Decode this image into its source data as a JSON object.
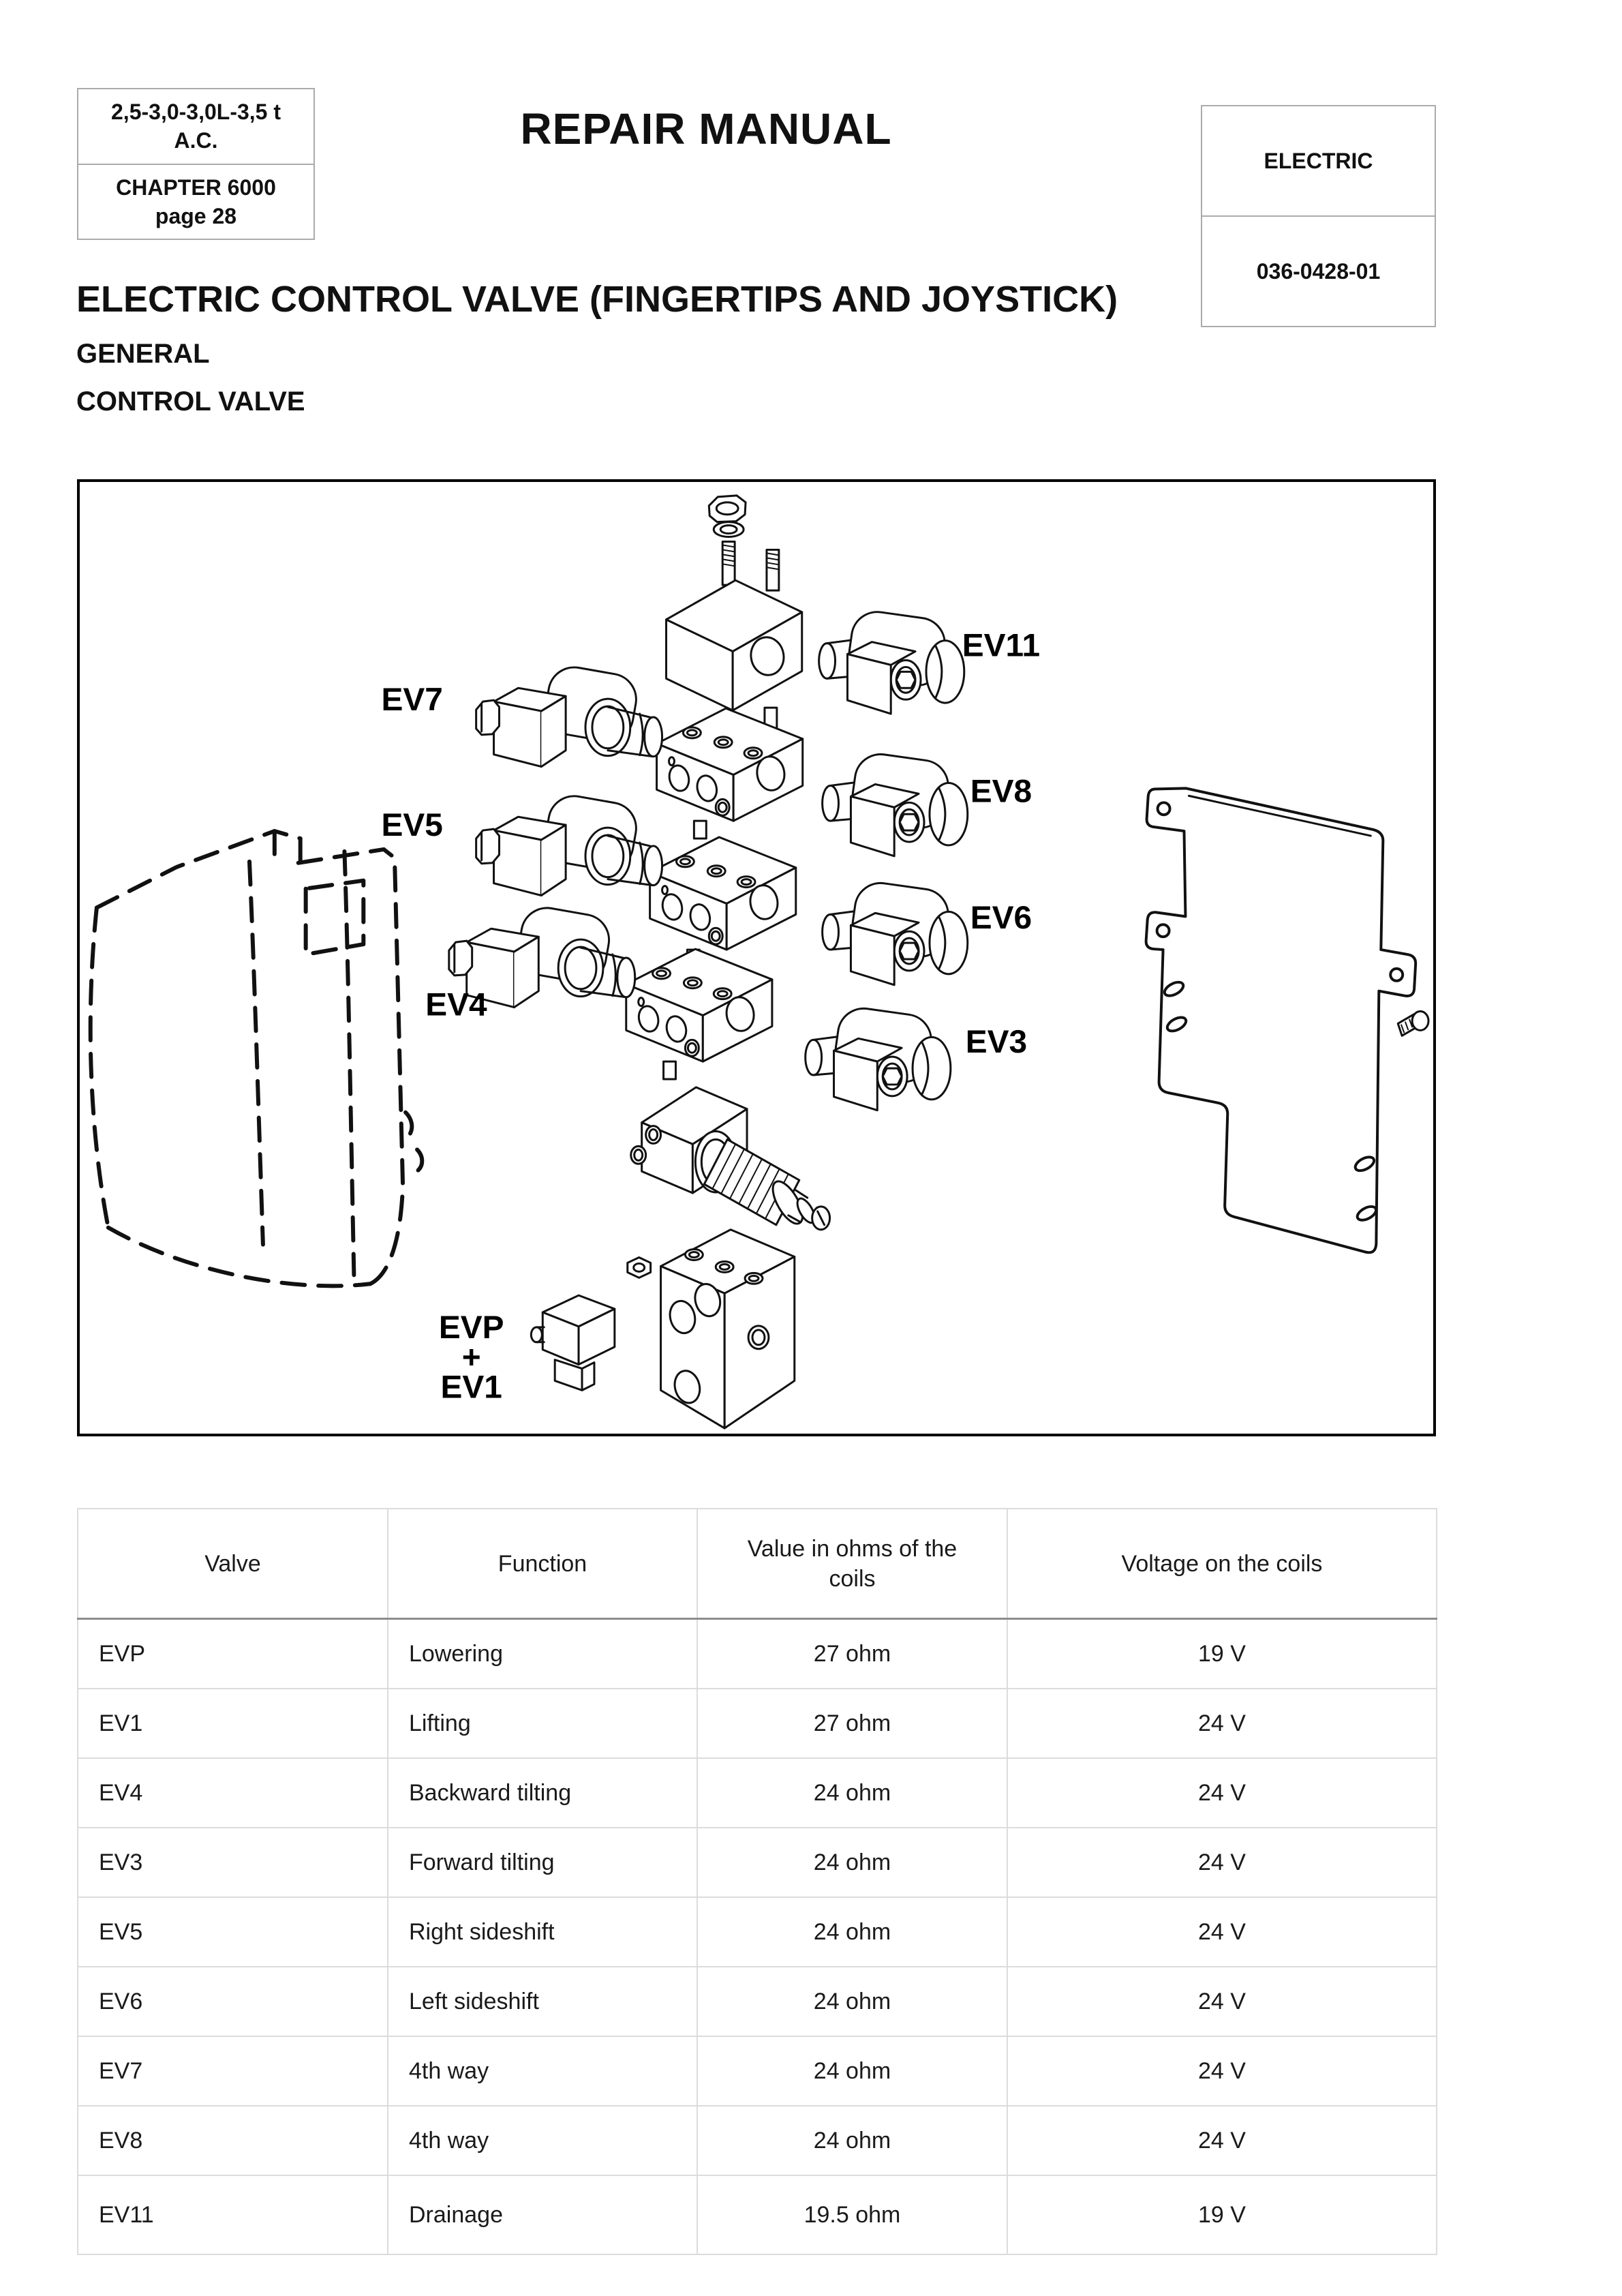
{
  "header": {
    "model_line1": "2,5-3,0-3,0L-3,5 t",
    "model_line2": "A.C.",
    "chapter_line1": "CHAPTER 6000",
    "chapter_line2": "page 28",
    "manual_title": "REPAIR MANUAL",
    "section": "ELECTRIC",
    "document_number": "036-0428-01"
  },
  "headings": {
    "title": "ELECTRIC CONTROL VALVE (FINGERTIPS AND JOYSTICK)",
    "subtitle1": "GENERAL",
    "subtitle2": "CONTROL VALVE"
  },
  "diagram": {
    "labels": {
      "ev7": "EV7",
      "ev5": "EV5",
      "ev4": "EV4",
      "ev11": "EV11",
      "ev8": "EV8",
      "ev6": "EV6",
      "ev3": "EV3",
      "evp": "EVP",
      "plus": "+",
      "ev1": "EV1"
    }
  },
  "table": {
    "headers": [
      "Valve",
      "Function",
      "Value in ohms of the coils",
      "Voltage on the coils"
    ],
    "rows": [
      {
        "valve": "EVP",
        "function": "Lowering",
        "ohms": "27 ohm",
        "voltage": "19 V"
      },
      {
        "valve": "EV1",
        "function": "Lifting",
        "ohms": "27 ohm",
        "voltage": "24 V"
      },
      {
        "valve": "EV4",
        "function": "Backward tilting",
        "ohms": "24 ohm",
        "voltage": "24 V"
      },
      {
        "valve": "EV3",
        "function": "Forward tilting",
        "ohms": "24 ohm",
        "voltage": "24 V"
      },
      {
        "valve": "EV5",
        "function": "Right sideshift",
        "ohms": "24 ohm",
        "voltage": "24 V"
      },
      {
        "valve": "EV6",
        "function": "Left sideshift",
        "ohms": "24 ohm",
        "voltage": "24 V"
      },
      {
        "valve": "EV7",
        "function": "4th way",
        "ohms": "24 ohm",
        "voltage": "24 V"
      },
      {
        "valve": "EV8",
        "function": "4th way",
        "ohms": "24 ohm",
        "voltage": "24 V"
      },
      {
        "valve": "EV11",
        "function": "Drainage",
        "ohms": "19.5 ohm",
        "voltage": "19 V"
      }
    ]
  }
}
